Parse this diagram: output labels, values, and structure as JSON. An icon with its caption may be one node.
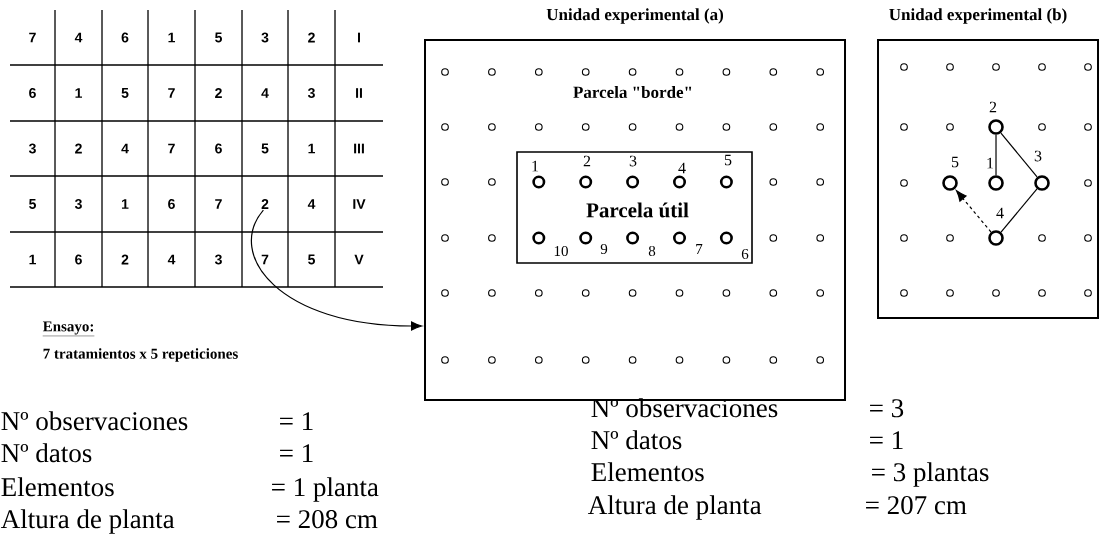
{
  "diagram": {
    "nodes": [
      {
        "text": [
          "2"
        ]
      },
      {
        "text": [
          "Unidad experimental (a)",
          "Parcela \"borde\""
        ]
      },
      {
        "text": [
          "Parcela útil"
        ],
        "in": 1
      },
      {
        "text": [
          "Unidad experimental (b)"
        ]
      },
      {
        "text": [],
        "shape": "circle",
        "beside": [
          "2"
        ],
        "in": 3
      },
      {
        "text": [],
        "shape": "circle",
        "beside": [
          "5"
        ],
        "in": 3
      },
      {
        "text": [],
        "shape": "circle",
        "beside": [
          "1"
        ],
        "in": 3
      },
      {
        "text": [],
        "shape": "circle",
        "beside": [
          "3"
        ],
        "in": 3
      },
      {
        "text": [],
        "shape": "circle",
        "beside": [
          "4"
        ],
        "in": 3
      }
    ],
    "edges": [
      {
        "from": 0,
        "to": 1,
        "arrow": "to"
      },
      {
        "from": 6,
        "to": 4,
        "arrow": "none"
      },
      {
        "from": 4,
        "to": 7,
        "arrow": "none"
      },
      {
        "from": 7,
        "to": 8,
        "arrow": "none"
      },
      {
        "from": 8,
        "to": 5,
        "arrow": "to",
        "style": "dashed"
      }
    ],
    "labels": [
      "7",
      "4",
      "6",
      "1",
      "5",
      "3",
      "2",
      "I",
      "6",
      "1",
      "5",
      "7",
      "2",
      "4",
      "3",
      "II",
      "3",
      "2",
      "4",
      "7",
      "6",
      "5",
      "1",
      "III",
      "5",
      "3",
      "1",
      "6",
      "7",
      "4",
      "IV",
      "1",
      "6",
      "2",
      "4",
      "3",
      "7",
      "5",
      "V",
      "1",
      "2",
      "3",
      "4",
      "5",
      "10",
      "9",
      "8",
      "7",
      "6",
      "Ensayo:",
      "7 tratamientos x 5 repeticiones",
      "Nº observaciones",
      "= 1",
      "Nº datos",
      "= 1",
      "Elementos",
      "= 1 planta",
      "Altura de planta",
      "= 208 cm",
      "Nº observaciones",
      "= 3",
      "Nº datos",
      "= 1",
      "Elementos",
      "= 3 plantas",
      "Altura de planta",
      "= 207 cm"
    ]
  }
}
